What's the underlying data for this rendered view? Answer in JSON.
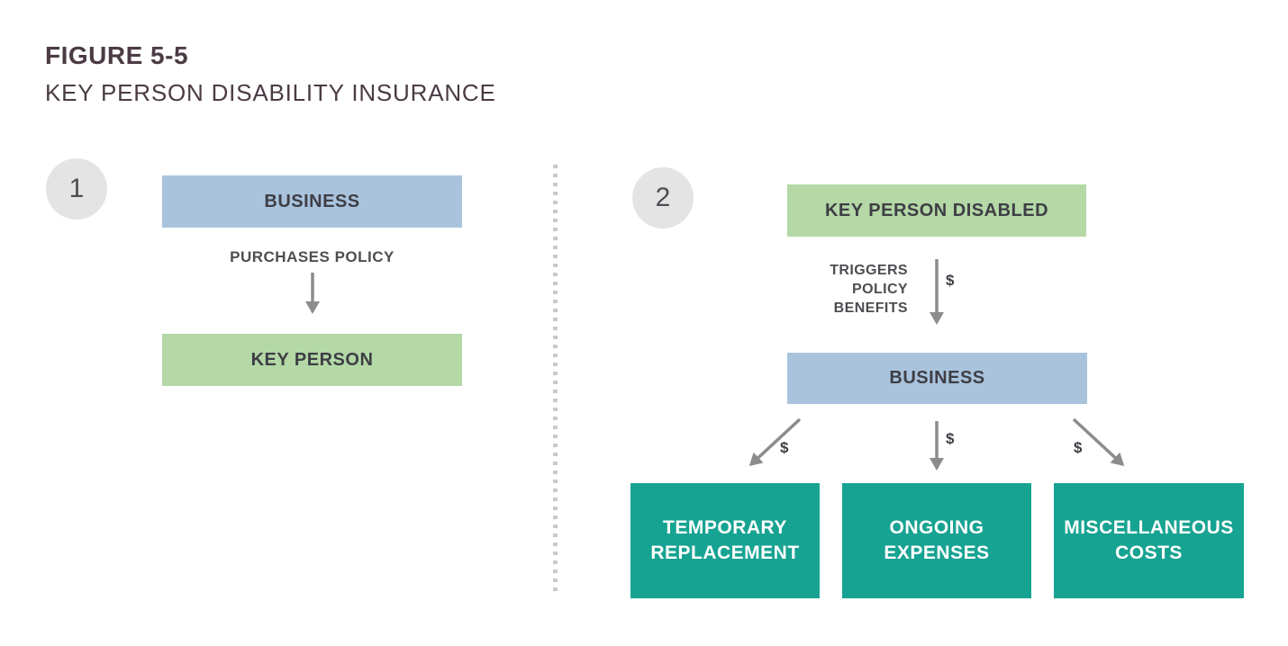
{
  "figure": {
    "label": "FIGURE 5-5",
    "title": "KEY PERSON DISABILITY INSURANCE"
  },
  "panel1": {
    "step": "1",
    "business": "BUSINESS",
    "action": "PURCHASES POLICY",
    "key_person": "KEY PERSON"
  },
  "panel2": {
    "step": "2",
    "key_person_disabled": "KEY PERSON DISABLED",
    "trigger": "TRIGGERS\nPOLICY\nBENEFITS",
    "dollar_top": "$",
    "business": "BUSINESS",
    "dollar_left": "$",
    "dollar_mid": "$",
    "dollar_right": "$",
    "outcomes": [
      {
        "label": "TEMPORARY\nREPLACEMENT"
      },
      {
        "label": "ONGOING\nEXPENSES"
      },
      {
        "label": "MISCELLANEOUS\nCOSTS"
      }
    ]
  },
  "colors": {
    "blue_box": "#a9c3dd",
    "green_box": "#b4d8a6",
    "teal_box": "#17a392",
    "heading_text": "#4b3b44",
    "box_text": "#3e3e45",
    "arrow": "#8c8c8c",
    "step_circle_bg": "#e4e4e4",
    "teal_box_text": "#ffffff"
  }
}
